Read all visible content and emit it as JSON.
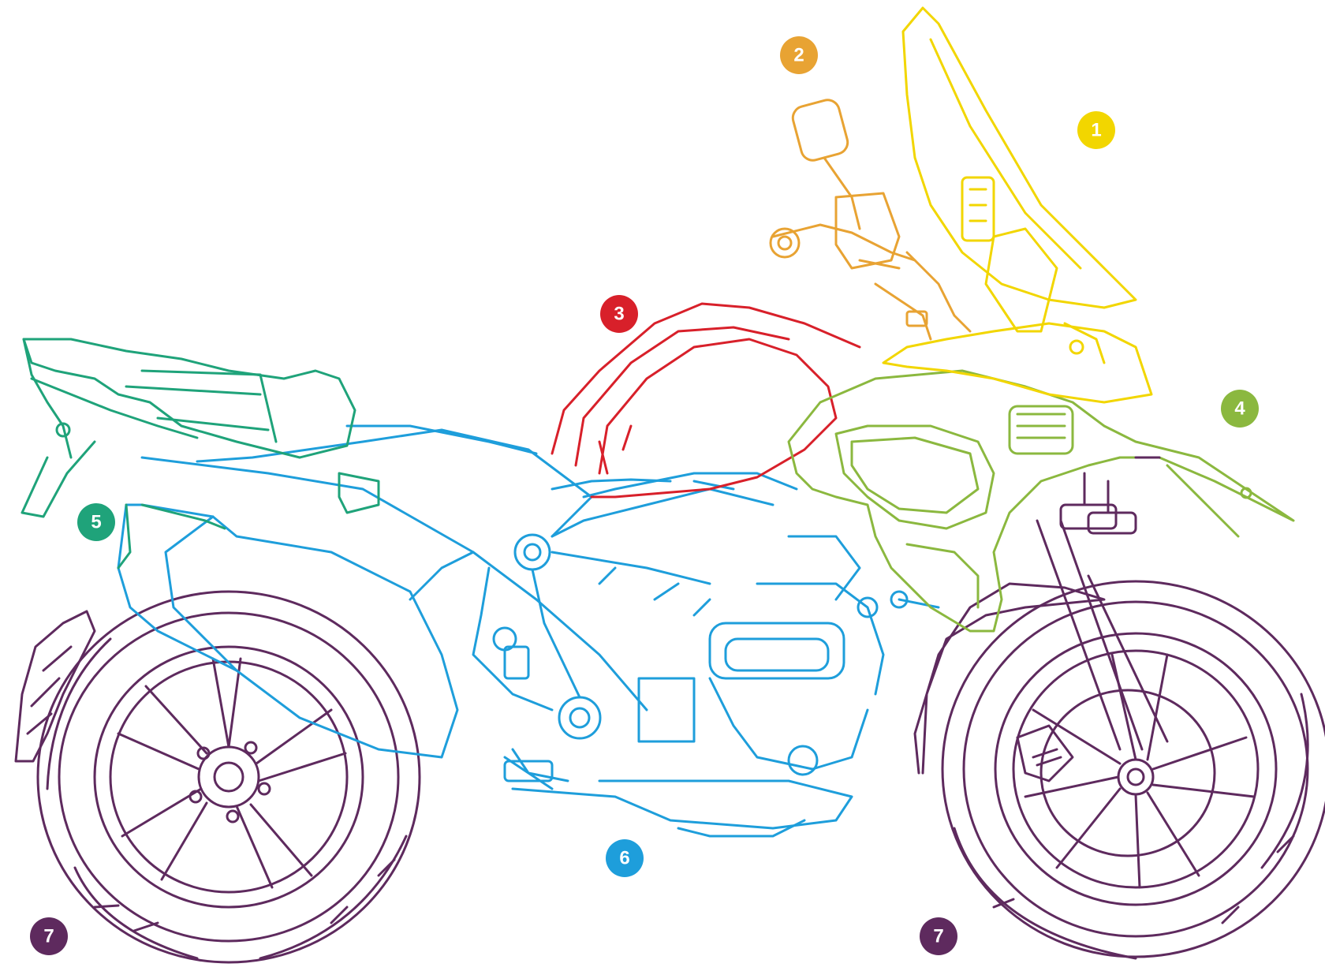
{
  "diagram": {
    "colors": {
      "yellow": "#F2D600",
      "orange": "#E8A333",
      "red": "#D8202A",
      "green": "#8BB83F",
      "teal": "#1FA37A",
      "blue": "#1E9EDB",
      "purple": "#5E2A5E"
    },
    "callouts": [
      {
        "id": "c1",
        "label": "1",
        "color": "#F2D600"
      },
      {
        "id": "c2",
        "label": "2",
        "color": "#E8A333"
      },
      {
        "id": "c3",
        "label": "3",
        "color": "#D8202A"
      },
      {
        "id": "c4",
        "label": "4",
        "color": "#8BB83F"
      },
      {
        "id": "c5",
        "label": "5",
        "color": "#1FA37A"
      },
      {
        "id": "c6",
        "label": "6",
        "color": "#1E9EDB"
      },
      {
        "id": "c7a",
        "label": "7",
        "color": "#5E2A5E"
      },
      {
        "id": "c7b",
        "label": "7",
        "color": "#5E2A5E"
      }
    ]
  }
}
